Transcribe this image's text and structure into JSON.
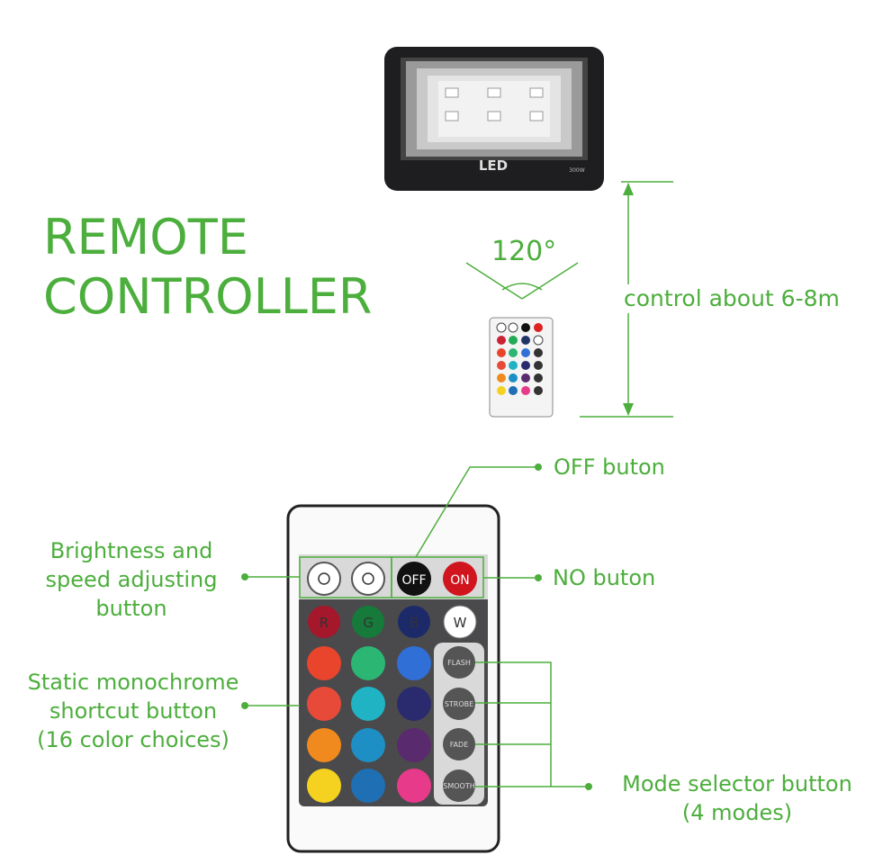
{
  "title": {
    "line1": "REMOTE",
    "line2": "CONTROLLER"
  },
  "floodlight": {
    "brand": "LED",
    "wattage": "300W"
  },
  "angle_label": "120°",
  "distance_label": "control about 6-8m",
  "callouts": {
    "off": "OFF buton",
    "on": "NO buton",
    "brightness": [
      "Brightness and",
      "speed adjusting",
      "button"
    ],
    "static": [
      "Static monochrome",
      "shortcut button",
      "(16 color choices)"
    ],
    "mode": [
      "Mode selector button",
      "(4 modes)"
    ]
  },
  "remote": {
    "off_label": "OFF",
    "on_label": "ON",
    "rgbw": [
      "R",
      "G",
      "B",
      "W"
    ],
    "modes": [
      "FLASH",
      "STROBE",
      "FADE",
      "SMOOTH"
    ]
  },
  "colors": {
    "accent": "#4cae3c",
    "swatches": [
      "#e8452c",
      "#2bb673",
      "#2f6fd6",
      "#e84a3a",
      "#1fb3c4",
      "#2a2b6e",
      "#f08a1e",
      "#1d8fc4",
      "#5a2a6e",
      "#f5d21f",
      "#1f6fb4",
      "#e83a8a"
    ]
  }
}
